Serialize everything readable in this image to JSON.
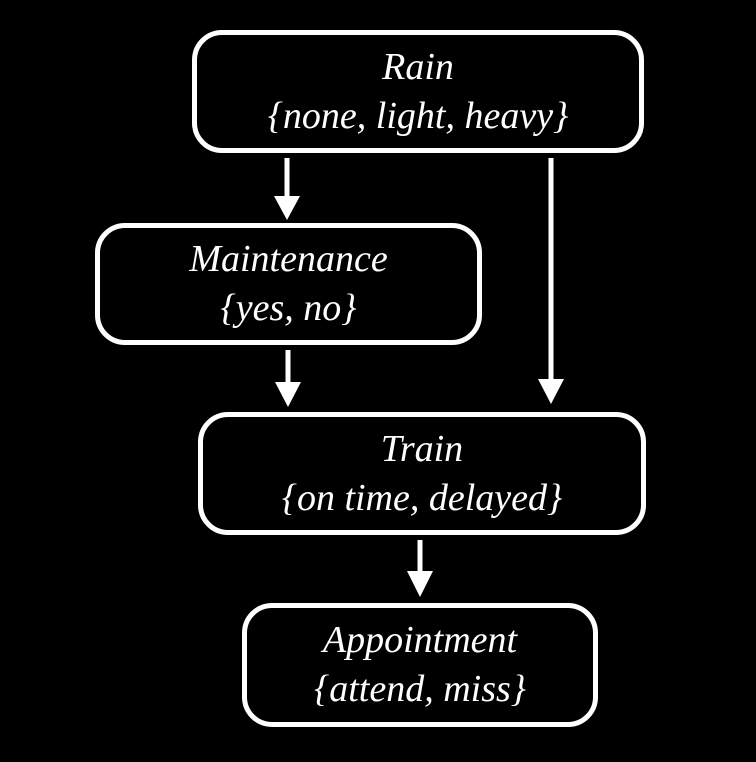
{
  "diagram": {
    "type": "bayesian-network",
    "nodes": {
      "rain": {
        "label": "Rain",
        "domain": "{none, light, heavy}"
      },
      "maintenance": {
        "label": "Maintenance",
        "domain": "{yes, no}"
      },
      "train": {
        "label": "Train",
        "domain": "{on time, delayed}"
      },
      "appointment": {
        "label": "Appointment",
        "domain": "{attend, miss}"
      }
    },
    "edges": [
      {
        "from": "rain",
        "to": "maintenance"
      },
      {
        "from": "rain",
        "to": "train"
      },
      {
        "from": "maintenance",
        "to": "train"
      },
      {
        "from": "train",
        "to": "appointment"
      }
    ],
    "colors": {
      "background": "#000000",
      "node_border": "#ffffff",
      "node_fill": "#000000",
      "text": "#ffffff",
      "arrow": "#ffffff"
    }
  }
}
